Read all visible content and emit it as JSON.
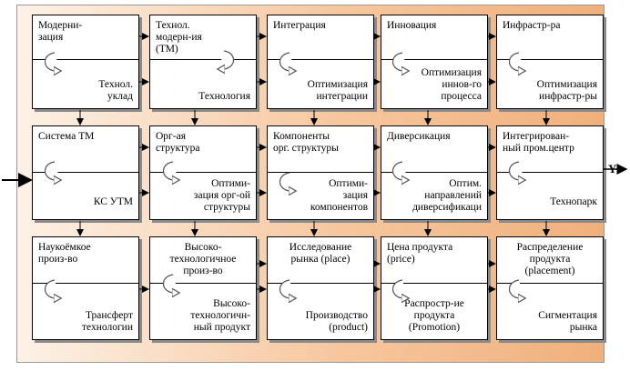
{
  "output_label": "Y",
  "blocks": [
    {
      "top": "Модерни-\nзация",
      "bottom": "Технол.\nуклад"
    },
    {
      "top": "Технол.\nмодерн-ия\n(ТМ)",
      "bottom": "Технология"
    },
    {
      "top": "Интеграция",
      "bottom": "Оптимизация\nинтеграции"
    },
    {
      "top": "Инновация",
      "bottom": "Оптимизация\nиннов-го\nпроцесса"
    },
    {
      "top": "Инфрастр-ра",
      "bottom": "Оптимизация\nинфрастр-ры"
    },
    {
      "top": "Система ТМ",
      "bottom": "КС УТМ"
    },
    {
      "top": "Орг-ая\nструктура",
      "bottom": "Оптими-\nзация орг-ой\nструктуры"
    },
    {
      "top": "Компоненты\nорг. структуры",
      "bottom": "Оптими-\nзация\nкомпонентов"
    },
    {
      "top": "Диверсикация",
      "bottom": "Оптим.\nнаправлений\nдиверсификаци"
    },
    {
      "top": "Интегрирован-\nный пром.центр",
      "bottom": "Технопарк"
    },
    {
      "top": "Наукоёмкое\nпроиз-во",
      "bottom": "Трансферт\nтехнологии"
    },
    {
      "top": "Высоко-\nтехнологичное\nпроиз-во",
      "bottom": "Высоко-\nтехнологичн-\nный продукт"
    },
    {
      "top": "Исследование\nрынка (place)",
      "bottom": "Производство\n(product)"
    },
    {
      "top": "Цена продукта\n(price)",
      "bottom": "Распростр-ие\nпродукта\n(Promotion)"
    },
    {
      "top": "Распределение\nпродукта\n(placement)",
      "bottom": "Сигментация\nрынка"
    }
  ]
}
